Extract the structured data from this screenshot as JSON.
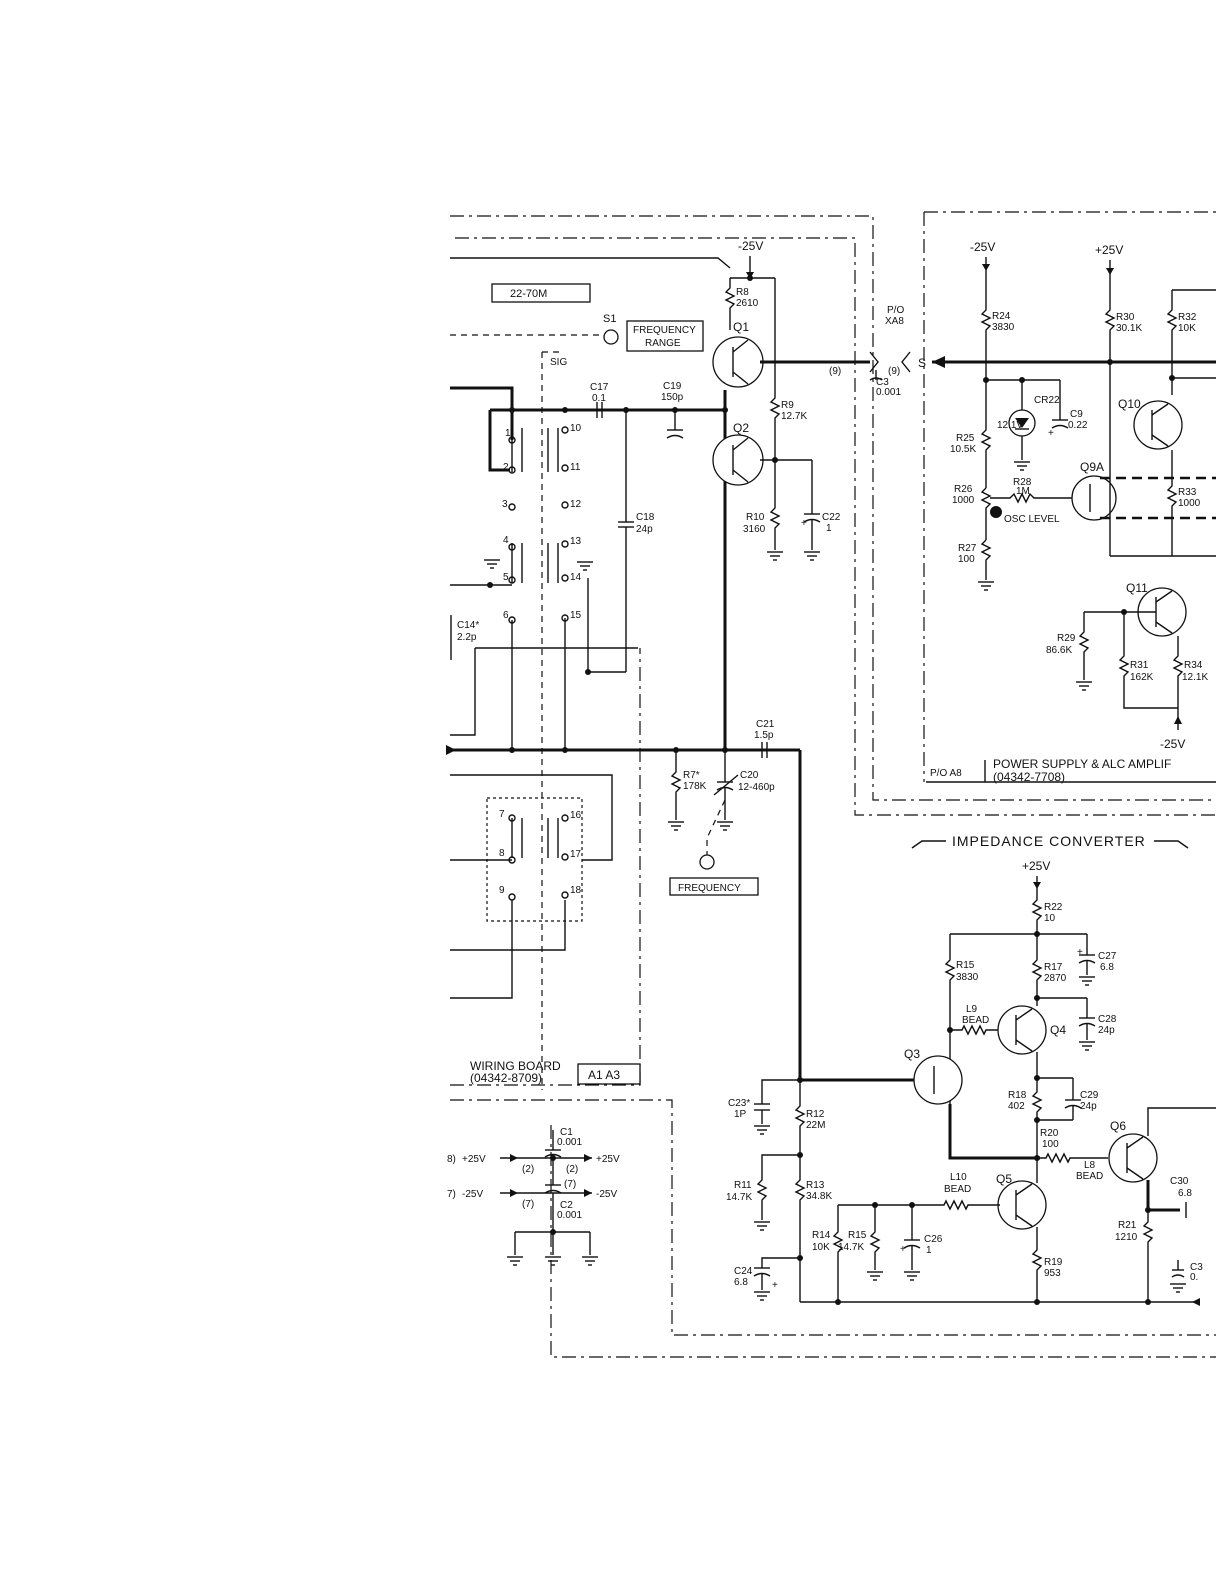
{
  "rails": {
    "neg25": "-25V",
    "pos25": "+25V",
    "pos25_in": "+25V",
    "neg25_in": "-25V"
  },
  "blocks": {
    "power_supply": "POWER SUPPLY & ALC AMPLIF",
    "power_supply_pn": "(04342-7708)",
    "power_supply_ref": "P/O A8",
    "wiring_board": "WIRING BOARD",
    "wiring_board_pn": "(04342-8709)",
    "wiring_board_ref": "A1 A3",
    "impedance_converter": "IMPEDANCE CONVERTER",
    "range_box": "22-70M"
  },
  "controls": {
    "s1": "S1",
    "freq_range_1": "FREQUENCY",
    "freq_range_2": "RANGE",
    "sig": "SIG",
    "frequency": "FREQUENCY",
    "osc_level": "OSC LEVEL"
  },
  "connector": {
    "po": "P/O",
    "xa8": "XA8",
    "s": "S",
    "pin9a": "(9)",
    "pin9b": "(9)"
  },
  "transistors": {
    "q1": "Q1",
    "q2": "Q2",
    "q3": "Q3",
    "q4": "Q4",
    "q5": "Q5",
    "q6": "Q6",
    "q9a": "Q9A",
    "q10": "Q10",
    "q11": "Q11"
  },
  "resistors": {
    "r8": "R8",
    "r8v": "2610",
    "r9": "R9",
    "r9v": "12.7K",
    "r10": "R10",
    "r10v": "3160",
    "r7": "R7*",
    "r7v": "178K",
    "r24": "R24",
    "r24v": "3830",
    "r25": "R25",
    "r25v": "10.5K",
    "r26": "R26",
    "r26v": "1000",
    "r27": "R27",
    "r27v": "100",
    "r28": "R28",
    "r28v": "1M",
    "r29": "R29",
    "r29v": "86.6K",
    "r30": "R30",
    "r30v": "30.1K",
    "r31": "R31",
    "r31v": "162K",
    "r32": "R32",
    "r32v": "10K",
    "r33": "R33",
    "r33v": "1000",
    "r34": "R34",
    "r34v": "12.1K",
    "r12": "R12",
    "r12v": "22M",
    "r11": "R11",
    "r11v": "14.7K",
    "r13": "R13",
    "r13v": "34.8K",
    "r14": "R14",
    "r14v": "10K",
    "r15a": "R15",
    "r15av": "14.7K",
    "r15b": "R15",
    "r15bv": "3830",
    "r17": "R17",
    "r17v": "2870",
    "r18": "R18",
    "r18v": "402",
    "r19": "R19",
    "r19v": "953",
    "r20": "R20",
    "r20v": "100",
    "r21": "R21",
    "r21v": "1210",
    "r22": "R22",
    "r22v": "10"
  },
  "capacitors": {
    "c17": "C17",
    "c17v": "0.1",
    "c19": "C19",
    "c19v": "150p",
    "c18": "C18",
    "c18v": "24p",
    "c22": "C22",
    "c22v": "1",
    "c21": "C21",
    "c21v": "1.5p",
    "c20": "C20",
    "c20v": "12-460p",
    "c3": "C3",
    "c3v": "0.001",
    "c9": "C9",
    "c9v": "0.22",
    "c14": "C14*",
    "c14v": "2.2p",
    "c23": "C23*",
    "c23v": "1P",
    "c24": "C24",
    "c24v": "6.8",
    "c26": "C26",
    "c26v": "1",
    "c27": "C27",
    "c27v": "6.8",
    "c28": "C28",
    "c28v": "24p",
    "c29": "C29",
    "c29v": "24p",
    "c30": "C30",
    "c30v": "6.8",
    "c1": "C1",
    "c1v": "0.001",
    "c2": "C2",
    "c2v": "0.001",
    "c_partial": "C3",
    "c_partial_v": "0."
  },
  "inductors": {
    "l8": "L8",
    "l8v": "BEAD",
    "l9": "L9",
    "l9v": "BEAD",
    "l10": "L10",
    "l10v": "BEAD"
  },
  "zener": {
    "cr22": "CR22",
    "cr22v": "12.1V"
  },
  "supply_pins": {
    "p8": "8)",
    "p7": "7)",
    "p2a": "(2)",
    "p2b": "(2)",
    "p7a": "(7)",
    "p7b": "(7)"
  },
  "switch_contacts": [
    "1",
    "2",
    "3",
    "4",
    "5",
    "6",
    "7",
    "8",
    "9",
    "10",
    "11",
    "12",
    "13",
    "14",
    "15",
    "16",
    "17",
    "18"
  ]
}
